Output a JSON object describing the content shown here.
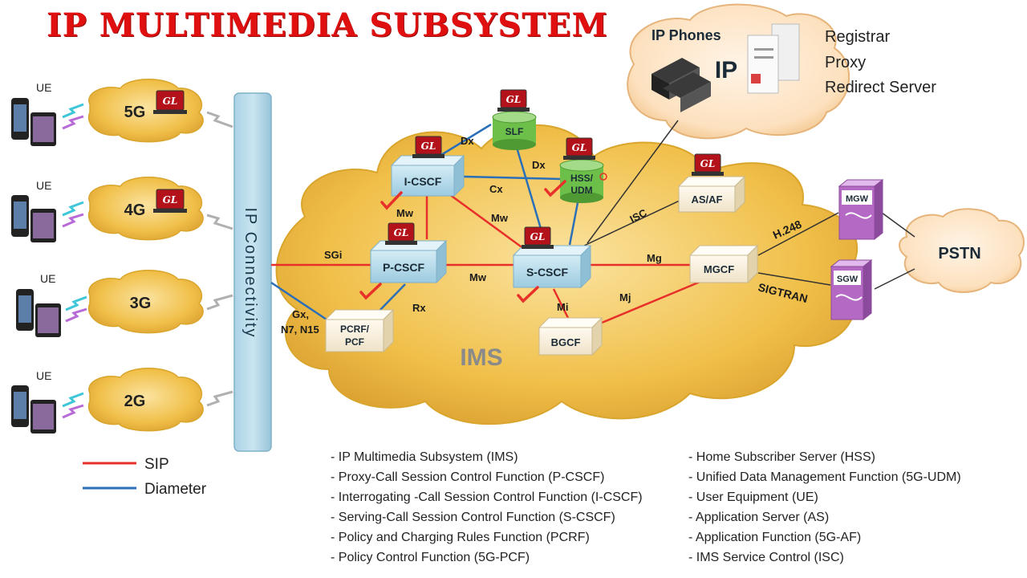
{
  "title": "IP MULTIMEDIA SUBSYSTEM",
  "colors": {
    "sip": "#e8302a",
    "diameter": "#2a6fb8",
    "cloud": "#f2c14a",
    "cloud_edge": "#d9a52c",
    "box": "#b9dcea",
    "gw": "#b46ac4",
    "gl_logo": "#b3121a",
    "db": "#6cc04a"
  },
  "access": {
    "ue_label": "UE",
    "networks": [
      "5G",
      "4G",
      "3G",
      "2G"
    ]
  },
  "ip_connectivity": "IP Connectivity",
  "ims_label": "IMS",
  "ip_cloud": {
    "phones_label": "IP Phones",
    "ip_label": "IP",
    "servers": [
      "Registrar",
      "Proxy",
      "Redirect Server"
    ]
  },
  "nodes": {
    "icscf": "I-CSCF",
    "pcscf": "P-CSCF",
    "scscf": "S-CSCF",
    "slf": "SLF",
    "hss_line1": "HSS/",
    "hss_line2": "UDM",
    "as": "AS/AF",
    "pcrf_line1": "PCRF/",
    "pcrf_line2": "PCF",
    "bgcf": "BGCF",
    "mgcf": "MGCF",
    "mgw": "MGW",
    "sgw": "SGW",
    "pstn": "PSTN",
    "gl": "GL"
  },
  "interfaces": {
    "dx1": "Dx",
    "dx2": "Dx",
    "cx": "Cx",
    "mw1": "Mw",
    "mw2": "Mw",
    "mw3": "Mw",
    "sgi": "SGi",
    "rx": "Rx",
    "gx_line1": "Gx,",
    "gx_line2": "N7, N15",
    "mi": "Mi",
    "mj": "Mj",
    "mg": "Mg",
    "isc": "ISC",
    "h248": "H.248",
    "sigtran": "SIGTRAN"
  },
  "key": {
    "sip": "SIP",
    "diameter": "Diameter"
  },
  "abbreviations_left": [
    "IP Multimedia Subsystem (IMS)",
    "Proxy-Call Session Control Function (P-CSCF)",
    "Interrogating -Call Session Control Function (I-CSCF)",
    "Serving-Call Session Control Function (S-CSCF)",
    "Policy and Charging Rules Function (PCRF)",
    "Policy Control Function (5G-PCF)"
  ],
  "abbreviations_right": [
    "Home Subscriber Server (HSS)",
    "Unified Data Management Function (5G-UDM)",
    "User Equipment (UE)",
    "Application Server (AS)",
    "Application Function (5G-AF)",
    "IMS Service Control (ISC)"
  ]
}
